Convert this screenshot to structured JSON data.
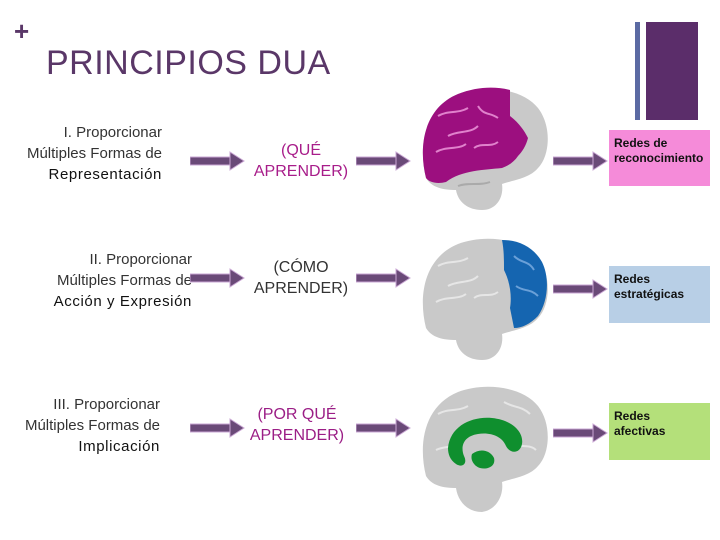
{
  "slide": {
    "title": "PRINCIPIOS DUA",
    "plus_symbol": "+"
  },
  "rows": [
    {
      "principle": {
        "line1": "I. Proporcionar",
        "line2": "Múltiples Formas de",
        "line3": "Representación"
      },
      "question": {
        "line1": "(QUÉ",
        "line2": "APRENDER)",
        "color": "#a81d8a"
      },
      "network": {
        "line1": "Redes de",
        "line2": "reconocimiento",
        "color": "#f58bd9"
      },
      "brain": {
        "icon": "brain-back-region-icon",
        "highlight": "#9c0f7f"
      }
    },
    {
      "principle": {
        "line1": "II. Proporcionar",
        "line2": "Múltiples Formas de",
        "line3": "Acción y Expresión"
      },
      "question": {
        "line1": "(CÓMO",
        "line2": "APRENDER)",
        "color": "#333333"
      },
      "network": {
        "line1": "Redes",
        "line2": "estratégicas",
        "color": "#b8cfe6"
      },
      "brain": {
        "icon": "brain-front-region-icon",
        "highlight": "#1565b0"
      }
    },
    {
      "principle": {
        "line1": "III. Proporcionar",
        "line2": "Múltiples Formas de",
        "line3": "Implicación"
      },
      "question": {
        "line1": "(POR QUÉ",
        "line2": "APRENDER)",
        "color": "#9b1e86"
      },
      "network": {
        "line1": "Redes",
        "line2": "afectivas",
        "color": "#b4e07a"
      },
      "brain": {
        "icon": "brain-limbic-region-icon",
        "highlight": "#0f8f2e"
      }
    }
  ],
  "colors": {
    "title": "#5a3768",
    "arrow": "#6a4a78",
    "brain_gray": "#c9c9c9"
  }
}
